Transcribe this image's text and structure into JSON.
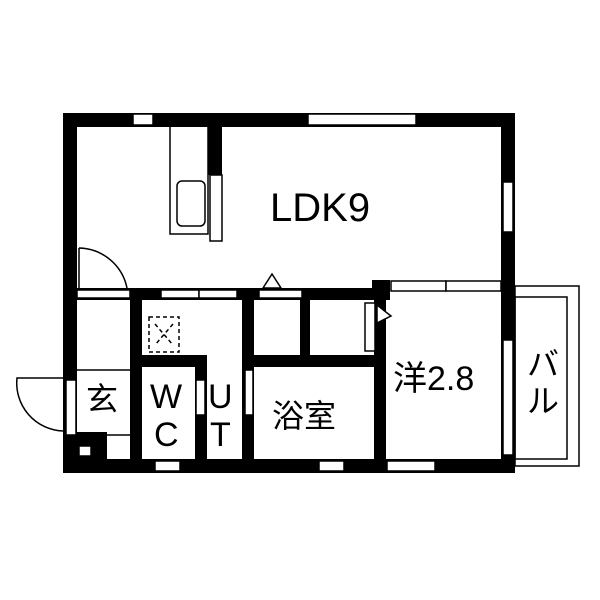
{
  "floorplan": {
    "rooms": {
      "ldk": {
        "label": "LDK9"
      },
      "western": {
        "label": "洋2.8"
      },
      "balcony": {
        "label_top": "バ",
        "label_bottom": "ル"
      },
      "bath": {
        "label": "浴室"
      },
      "entrance": {
        "label": "玄"
      },
      "wc": {
        "label_top": "W",
        "label_bottom": "C"
      },
      "ut": {
        "label_top": "U",
        "label_bottom": "T"
      }
    },
    "colors": {
      "wall": "#000000",
      "background": "#ffffff"
    }
  }
}
